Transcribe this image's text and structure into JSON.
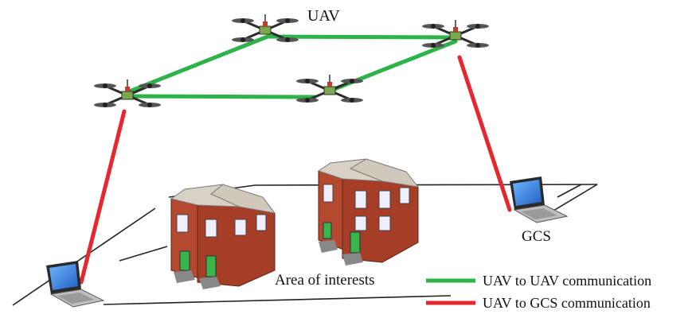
{
  "labels": {
    "uav": "UAV",
    "gcs": "GCS",
    "area": "Area of interests"
  },
  "legend": {
    "uav_to_uav": "UAV to UAV communication",
    "uav_to_gcs": "UAV to GCS communication"
  },
  "colors": {
    "uav_link": "#2eb24a",
    "gcs_link": "#e8262d",
    "building_wall": "#b5492f",
    "building_roof": "#d8d2c6",
    "door": "#39b54a",
    "ground_outline": "#222222",
    "laptop_screen": "#1f6fd0"
  }
}
